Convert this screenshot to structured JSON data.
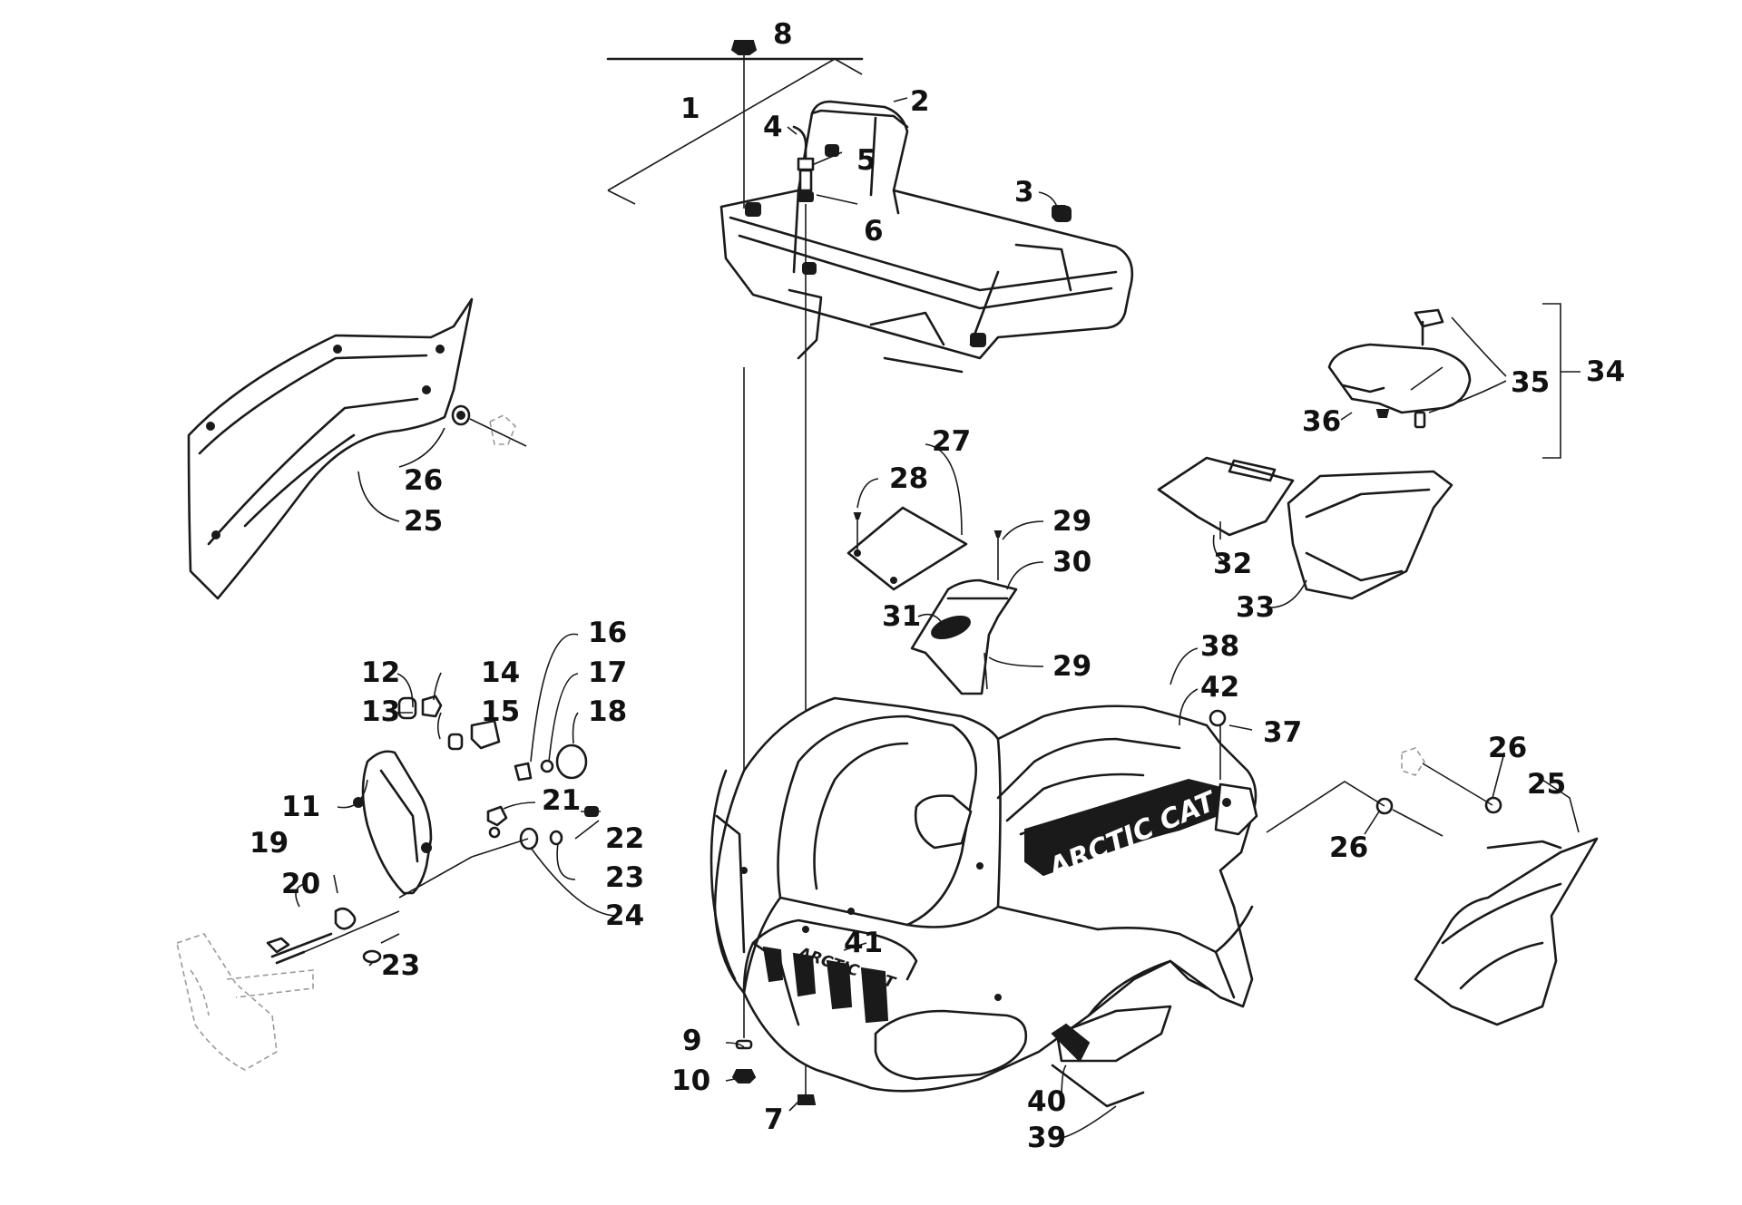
{
  "decal": {
    "brand": "ARCTIC CAT"
  },
  "callouts": {
    "n1": "1",
    "n2": "2",
    "n3": "3",
    "n4": "4",
    "n5": "5",
    "n6": "6",
    "n7": "7",
    "n8": "8",
    "n9": "9",
    "n10": "10",
    "n11": "11",
    "n12": "12",
    "n13": "13",
    "n14": "14",
    "n15": "15",
    "n16": "16",
    "n17": "17",
    "n18": "18",
    "n19": "19",
    "n20": "20",
    "n21": "21",
    "n22": "22",
    "n23a": "23",
    "n23b": "23",
    "n24": "24",
    "n25a": "25",
    "n25b": "25",
    "n26a": "26",
    "n26b": "26",
    "n26c": "26",
    "n27": "27",
    "n28": "28",
    "n29a": "29",
    "n29b": "29",
    "n30": "30",
    "n31": "31",
    "n32": "32",
    "n33": "33",
    "n34": "34",
    "n35": "35",
    "n36": "36",
    "n37": "37",
    "n38": "38",
    "n39": "39",
    "n40": "40",
    "n41": "41",
    "n42": "42"
  }
}
